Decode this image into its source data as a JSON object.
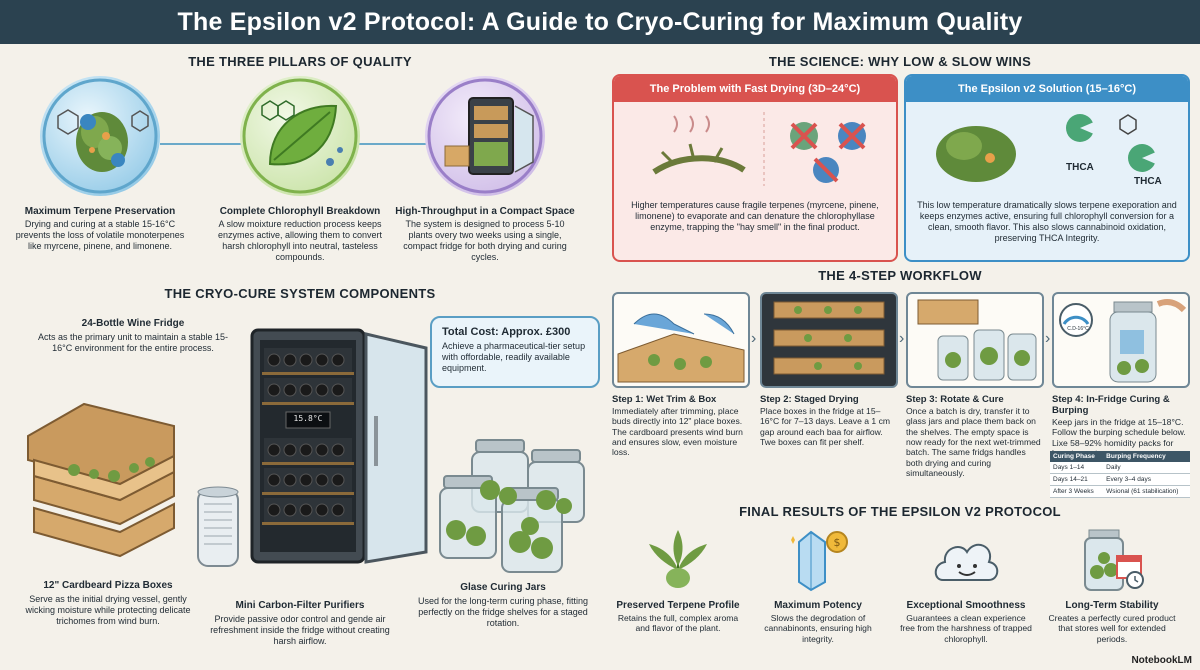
{
  "title": "The Epsilon v2 Protocol: A Guide to Cryo-Curing for Maximum Quality",
  "pillars": {
    "heading": "THE THREE PILLARS OF QUALITY",
    "items": [
      {
        "title": "Maximum Terpene Preservation",
        "text": "Drying and curing at a stable 15-16°C prevents the loss of volatile monoterpenes like myrcene, pinene, and limonene."
      },
      {
        "title": "Complete Chlorophyll Breakdown",
        "text": "A slow moixture reduction process keeps enzymes active, allowing them to convert harsh chlorophyll into neutral, tasteless compounds."
      },
      {
        "title": "High-Throughput in a Compact Space",
        "text": "The system is designed to process 5-10 plants overy two weeks using a single, compact fridge for both drying and curing cycles."
      }
    ]
  },
  "components": {
    "heading": "THE CRYO-CURE SYSTEM COMPONENTS",
    "fridge": {
      "title": "24-Bottle Wine Fridge",
      "text": "Acts as the primary unit to maintain a stable 15-16°C environment for the entire process.",
      "display": "15.8°C"
    },
    "cost": {
      "title": "Total Cost: Approx. £300",
      "text": "Achieve a pharmaceutical-tier setup with offordable, readily available equipment."
    },
    "boxes": {
      "title": "12\" Cardbeard Pizza Boxes",
      "text": "Serve as the initial drying vessel, gently wicking moisture while protecting delicate trichomes from wind burn."
    },
    "purifier": {
      "title": "Mini Carbon-Filter Purifiers",
      "text": "Provide passive odor control and gende air refreshment inside the fridge without creating harsh airflow."
    },
    "jars": {
      "title": "Glase Curing Jars",
      "text": "Used for the long-term curing phase, fitting perfectly on the fridge shelves for a staged rotation."
    }
  },
  "science": {
    "heading": "THE SCIENCE: WHY LOW & SLOW WINS",
    "problem": {
      "title": "The Problem with Fast Drying (3D–24°C)",
      "text": "Higher temperatures cause fragile terpenes (myrcene, pinene, limonene) to evaporate and can denature the chlorophyllase enzyme, trapping the \"hay smell\" in the final product.",
      "color": "#d9534f"
    },
    "solution": {
      "title": "The Epsilon v2 Solution (15–16°C)",
      "text": "This low temperature dramatically slows terpene exeporation and keeps enzymes active, ensuring full chlorophyll conversion for a clean, smooth flavor. This also slows cannabinoid oxidation, preserving THCA Integrity.",
      "color": "#3d8fc6",
      "label1": "THCA",
      "label2": "THCA"
    }
  },
  "workflow": {
    "heading": "THE 4-STEP WORKFLOW",
    "steps": [
      {
        "title": "Step 1: Wet Trim & Box",
        "text": "Immediately after trimming, place buds directly into 12\" place boxes. The cardboard presents wind burn and ensures slow, even moisture loss."
      },
      {
        "title": "Step 2: Staged Drying",
        "text": "Place boxes in the fridge at 15–16°C for 7–13 days. Leave a 1 cm gap around each baa for airflow. Twe boxes can fit per shelf."
      },
      {
        "title": "Step 3: Rotate & Cure",
        "text": "Once a batch is dry, transfer it to glass jars and place them back on the shelves. The empty space is now ready for the next wet-trimmed batch. The same fridgs handles both drying and curing simultaneously."
      },
      {
        "title": "Step 4: In-Fridge Curing & Burping",
        "text": "Keep jars in the fridge at 15–18°C. Follow the burping schedule below. Lixe 58–92% homidity packs for long-term storage.",
        "gauge": "C.D-16°C"
      }
    ],
    "table": {
      "headers": [
        "Curing Phase",
        "Burping Frequency"
      ],
      "rows": [
        [
          "Days 1–14",
          "Daily"
        ],
        [
          "Days 14–21",
          "Every 3–4 days"
        ],
        [
          "After 3 Weeks",
          "Wsional (61 stabilication)"
        ]
      ]
    }
  },
  "results": {
    "heading": "FINAL RESULTS OF THE EPSILON V2 PROTOCOL",
    "items": [
      {
        "title": "Preserved Terpene Profile",
        "text": "Retains the full, complex aroma and flavor of the plant."
      },
      {
        "title": "Maximum Potency",
        "text": "Slows the degrodation of cannabinonts, ensuring high integrity."
      },
      {
        "title": "Exceptional Smoothness",
        "text": "Guarantees a clean experience free from the harshness of trapped chlorophyll."
      },
      {
        "title": "Long-Term Stability",
        "text": "Creates a perfectly cured product that stores well for extended periods."
      }
    ]
  },
  "brand": "NotebookLM"
}
